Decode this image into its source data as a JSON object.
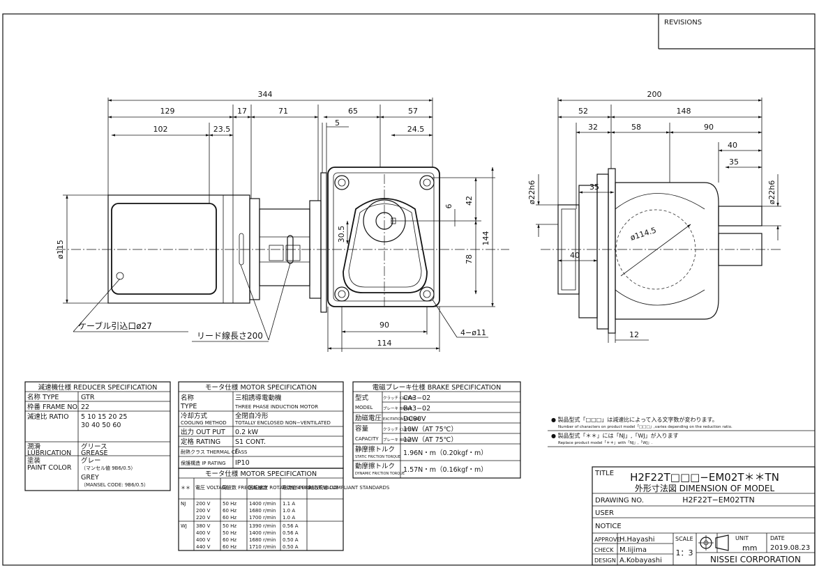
{
  "revisions_label": "REVISIONS",
  "front_dims": {
    "overall": "344",
    "d129": "129",
    "d17": "17",
    "d71": "71",
    "d65": "65",
    "d57": "57",
    "d102": "102",
    "d23_5": "23.5",
    "d5": "5",
    "d24_5": "24.5",
    "d42": "42",
    "d6": "6",
    "d30_5": "30.5",
    "d144": "144",
    "d78": "78",
    "d90": "90",
    "d114": "114",
    "dia115": "ø115",
    "holes": "4−ø11"
  },
  "callouts": {
    "cable": "ケーブル引込口ø27",
    "lead": "リード線長さ200"
  },
  "side_dims": {
    "overall": "200",
    "d52": "52",
    "d148": "148",
    "d32": "32",
    "d58": "58",
    "d90": "90",
    "d40a": "40",
    "d35a": "35",
    "d35b": "35",
    "d40b": "40",
    "d12": "12",
    "dia114_5": "ø114.5",
    "dia22h6_l": "ø22h6",
    "dia22h6_r": "ø22h6"
  },
  "reducer": {
    "header": "減速機仕様 REDUCER SPECIFICATION",
    "rows": [
      {
        "label": "名称  TYPE",
        "value": "GTR"
      },
      {
        "label": "枠番  FRAME NO.",
        "value": "22"
      },
      {
        "label": "減速比  RATIO",
        "value": "5  10  15  20  25",
        "value2": "30 40 50 60"
      },
      {
        "label": "潤滑",
        "label2": "LUBRICATION",
        "value": "グリース",
        "value2": "GREASE"
      },
      {
        "label": "塗装",
        "label2": "PAINT COLOR",
        "value": "グレー",
        "value2": "（マンセル値 9B6/0.5）",
        "value3": "GREY",
        "value4": "（MANSEL CODE: 9B6/0.5）"
      }
    ]
  },
  "motor": {
    "header": "モータ仕様 MOTOR SPECIFICATION",
    "rows": [
      {
        "label": "名称",
        "label2": "TYPE",
        "value": "三相誘導電動機",
        "value2": "THREE PHASE INDUCTION MOTOR"
      },
      {
        "label": "冷却方式",
        "label2": "COOLING METHOD",
        "value": "全閉自冷形",
        "value2": "TOTALLY ENCLOSED NON−VENTILATED"
      },
      {
        "label": "出力  OUT PUT",
        "value": "0.2 kW"
      },
      {
        "label": "定格  RATING",
        "value": "S1 CONT."
      },
      {
        "label": "耐熱クラス THERMAL CLASS",
        "value": "F"
      },
      {
        "label": "保護構造 IP RATING",
        "value": "IP10"
      }
    ]
  },
  "motor_table": {
    "header": "モータ仕様 MOTOR SPECIFICATION",
    "columns": [
      "＊＊",
      "電圧 VOLTAGE",
      "周波数 FREQUENCY",
      "回転速度 ROTATION SPEED",
      "電流値 CURRENT VALUE",
      "対応規格 COMPLIANT STANDARDS"
    ],
    "rows": [
      [
        "NJ",
        "200 V",
        "50 Hz",
        "1400 r/min",
        "1.1 A"
      ],
      [
        "",
        "200 V",
        "60 Hz",
        "1680 r/min",
        "1.0 A"
      ],
      [
        "",
        "220 V",
        "60 Hz",
        "1700 r/min",
        "1.0 A"
      ],
      [
        "WJ",
        "380 V",
        "50 Hz",
        "1390 r/min",
        "0.56 A"
      ],
      [
        "",
        "400 V",
        "50 Hz",
        "1400 r/min",
        "0.56 A"
      ],
      [
        "",
        "400 V",
        "60 Hz",
        "1680 r/min",
        "0.50 A"
      ],
      [
        "",
        "440 V",
        "60 Hz",
        "1710 r/min",
        "0.50 A"
      ]
    ]
  },
  "brake": {
    "header": "電磁ブレーキ仕様 BRAKE SPECIFICATION",
    "model_label": "型式",
    "model_label2": "MODEL",
    "clutch_label": "クラッチ CLUTCH",
    "clutch_value": "CA3−02",
    "brake_label": "ブレーキ BRAKE",
    "brake_value": "BA3−02",
    "excitation_label": "励磁電圧",
    "excitation_sub": "EXCITATION VOLTAGE",
    "excitation_value": "DC90V",
    "capacity_label": "容量",
    "capacity_label2": "CAPACITY",
    "cap_clutch_value": "10W（AT 75℃）",
    "cap_brake_value": "12W（AT 75℃）",
    "static_label": "静摩擦トルク",
    "static_sub": "STATIC FRICTION TORQUE",
    "static_value": "1.96N・m（0.20kgf・m）",
    "dynamic_label": "動摩擦トルク",
    "dynamic_sub": "DYNAMIC FRICTION TORQUE",
    "dynamic_value": "1.57N・m（0.16kgf・m）"
  },
  "notes": {
    "note1": "● 製品型式「□□□」は減速比によって入る文字数が変わります。",
    "note1_en": "Number of characters on product model「□□□」,varies depending on the reduction ratio.",
    "note2": "● 製品型式「＊＊」には「NJ」,「WJ」が入ります",
    "note2_en": "Replace product model「＊＊」with「NJ」,「WJ」."
  },
  "title_block": {
    "title_label": "TITLE",
    "title_model": "H2F22T□□□−EM02T＊＊TN",
    "title_sub": "外形寸法図 DIMENSION OF MODEL",
    "drawing_no_label": "DRAWING NO.",
    "drawing_no": "H2F22T−EM02TTN",
    "user_label": "USER",
    "notice_label": "NOTICE",
    "approve_label": "APPROVE",
    "approve_name": "H.Hayashi",
    "check_label": "CHECK",
    "check_name": "M.Iijima",
    "design_label": "DESIGN",
    "design_name": "A.Kobayashi",
    "scale_label": "SCALE",
    "scale_value": "1：3",
    "unit_label": "UNIT",
    "unit_value": "mm",
    "date_label": "DATE",
    "date_value": "2019.08.23",
    "company": "NISSEI  CORPORATION"
  }
}
